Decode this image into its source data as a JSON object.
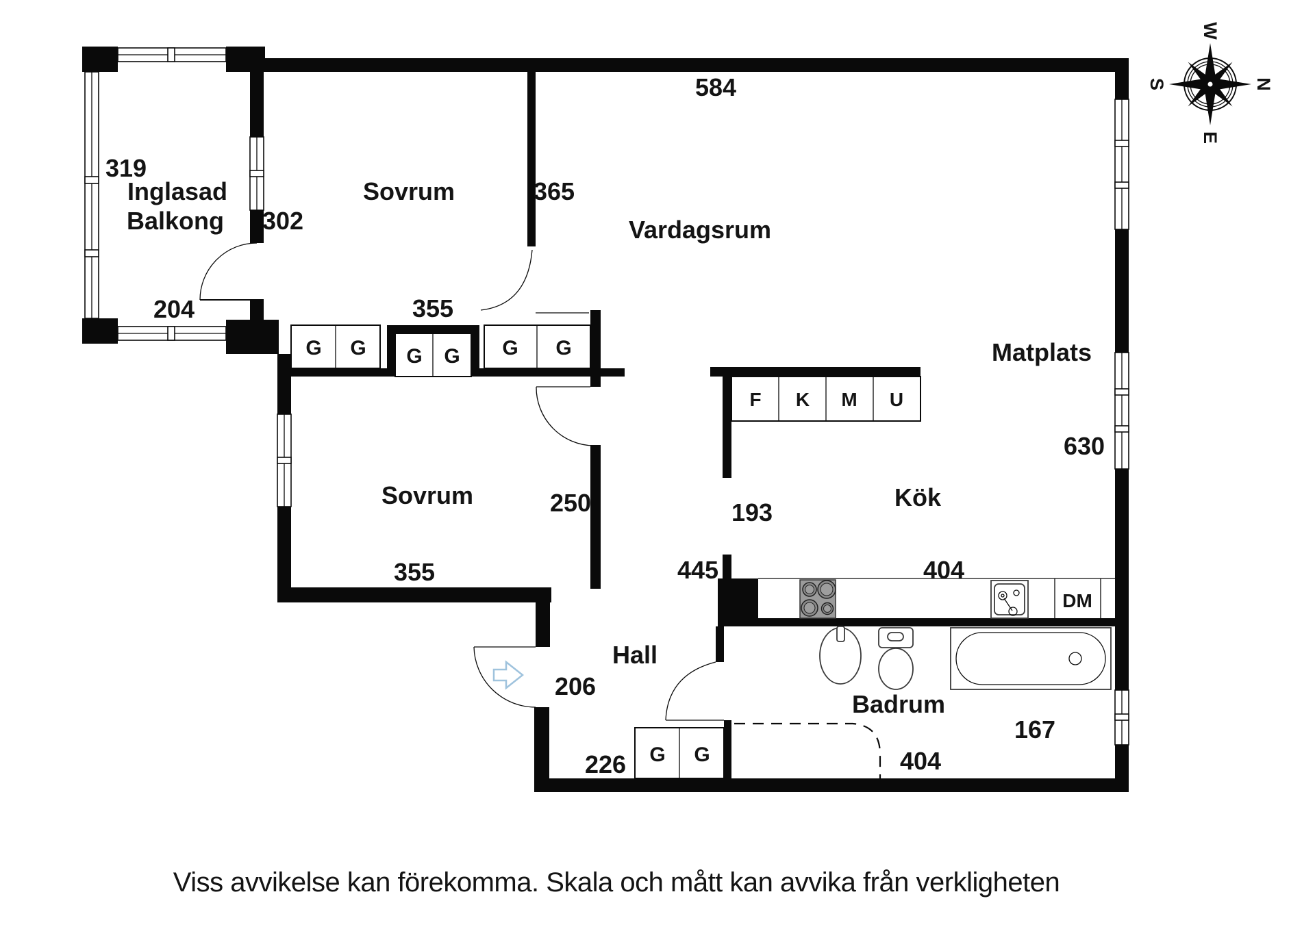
{
  "floorplan": {
    "disclaimer": "Viss avvikelse kan förekomma. Skala och mått kan avvika från verkligheten",
    "compass": {
      "north": "N",
      "east": "E",
      "south": "S",
      "west": "W"
    },
    "balcony": {
      "line1": "Inglasad",
      "line2": "Balkong",
      "depth": "319",
      "width": "204",
      "door_width": "302"
    },
    "bedroom1": {
      "name": "Sovrum",
      "width": "355",
      "wall": "365"
    },
    "bedroom2": {
      "name": "Sovrum",
      "width": "355",
      "door": "250"
    },
    "living": {
      "name": "Vardagsrum",
      "width": "584"
    },
    "dining": {
      "name": "Matplats",
      "depth": "630"
    },
    "kitchen": {
      "name": "Kök",
      "pass": "193",
      "width": "404",
      "cabinets": [
        "F",
        "K",
        "M",
        "U"
      ],
      "dishwasher": "DM"
    },
    "hall": {
      "name": "Hall",
      "entry": "206",
      "width": "226",
      "depth": "445"
    },
    "bathroom": {
      "name": "Badrum",
      "width": "404",
      "window": "167"
    },
    "wardrobe_letter": "G",
    "accent_arrow_color": "#9fc3dd",
    "stove_color": "#9b9b9b"
  }
}
